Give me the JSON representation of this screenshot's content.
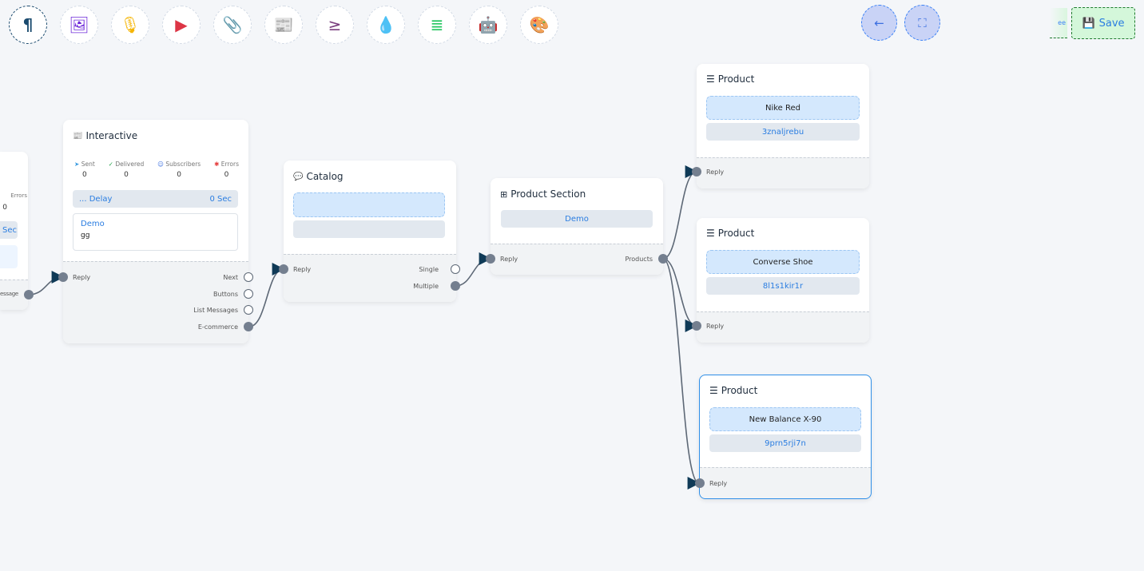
{
  "toolbar": {
    "items": [
      {
        "icon": "paragraph-icon",
        "glyph": "¶",
        "color": "#1a4a6e"
      },
      {
        "icon": "image-icon",
        "glyph": "🖼",
        "color": "#6d28d9"
      },
      {
        "icon": "microphone-icon",
        "glyph": "🎙",
        "color": "#f5b400"
      },
      {
        "icon": "youtube-icon",
        "glyph": "▶",
        "color": "#dc3545"
      },
      {
        "icon": "paperclip-icon",
        "glyph": "📎",
        "color": "#1e9e52"
      },
      {
        "icon": "newspaper-icon",
        "glyph": "📰",
        "color": "#f87171"
      },
      {
        "icon": "greater-equal-icon",
        "glyph": "≥",
        "color": "#7b3f7f"
      },
      {
        "icon": "droplet-icon",
        "glyph": "💧",
        "color": "#c8102e"
      },
      {
        "icon": "stack-overflow-icon",
        "glyph": "≣",
        "color": "#22c55e"
      },
      {
        "icon": "robot-icon",
        "glyph": "🤖",
        "color": "#1d1de0"
      },
      {
        "icon": "palette-icon",
        "glyph": "🎨",
        "color": "#16c60c"
      }
    ]
  },
  "actions": {
    "back_glyph": "←",
    "compress_glyph": "⛶",
    "partial_label": "ee",
    "save_label": "Save"
  },
  "left_node": {
    "errors_label": "Errors",
    "errors_value": "0",
    "delay_unit": "Sec",
    "output": "essage"
  },
  "interactive": {
    "title": "Interactive",
    "stats": [
      {
        "label": "Sent",
        "value": "0",
        "color": "#3b9be0"
      },
      {
        "label": "Delivered",
        "value": "0",
        "color": "#22a34a"
      },
      {
        "label": "Subscribers",
        "value": "0",
        "color": "#3b6fe0"
      },
      {
        "label": "Errors",
        "value": "0",
        "color": "#e53e3e"
      }
    ],
    "delay_label": "... Delay",
    "delay_value": "0 Sec",
    "message_title": "Demo",
    "message_body": "gg",
    "input": "Reply",
    "outputs": [
      "Next",
      "Buttons",
      "List Messages",
      "E-commerce"
    ]
  },
  "catalog": {
    "title": "Catalog",
    "input": "Reply",
    "outputs": [
      "Single",
      "Multiple"
    ]
  },
  "product_section": {
    "title": "Product Section",
    "item": "Demo",
    "input": "Reply",
    "output": "Products"
  },
  "products": [
    {
      "title": "Product",
      "name": "Nike Red",
      "code": "3znaljrebu",
      "input": "Reply"
    },
    {
      "title": "Product",
      "name": "Converse Shoe",
      "code": "8l1s1kir1r",
      "input": "Reply"
    },
    {
      "title": "Product",
      "name": "New Balance X-90",
      "code": "9prn5rji7n",
      "input": "Reply"
    }
  ]
}
